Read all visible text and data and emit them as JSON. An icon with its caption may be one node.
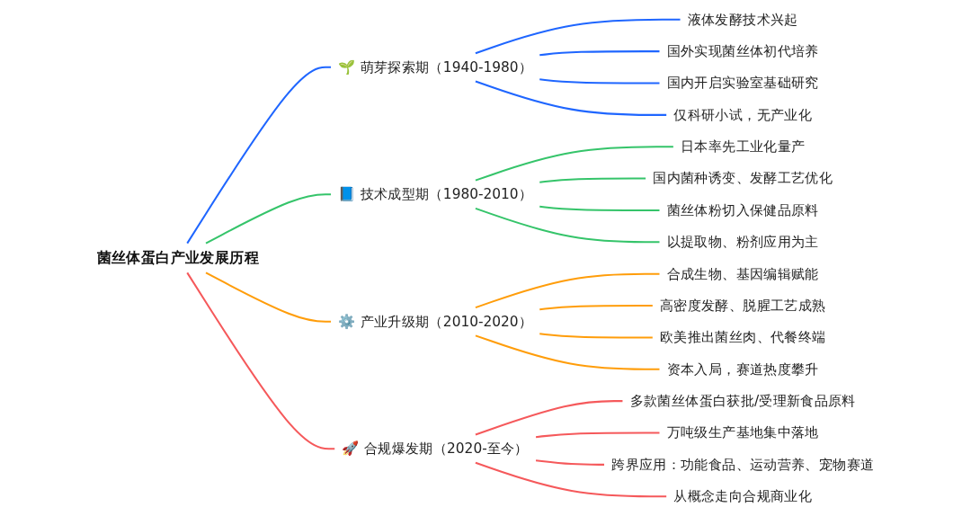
{
  "diagram": {
    "nodes": [
      {
        "text": [
          "菌丝体蛋白产业发展历程"
        ]
      },
      {
        "text": [
          "🌱 萌芽探索期（1940-1980）"
        ]
      },
      {
        "text": [
          "液体发酵技术兴起"
        ]
      },
      {
        "text": [
          "国外实现菌丝体初代培养"
        ]
      },
      {
        "text": [
          "国内开启实验室基础研究"
        ]
      },
      {
        "text": [
          "仅科研小试，无产业化"
        ]
      },
      {
        "text": [
          "📘 技术成型期（1980-2010）"
        ]
      },
      {
        "text": [
          "日本率先工业化量产"
        ]
      },
      {
        "text": [
          "国内菌种诱变、发酵工艺优化"
        ]
      },
      {
        "text": [
          "菌丝体粉切入保健品原料"
        ]
      },
      {
        "text": [
          "以提取物、粉剂应用为主"
        ]
      },
      {
        "text": [
          "⚙️ 产业升级期（2010-2020）"
        ]
      },
      {
        "text": [
          "合成生物、基因编辑赋能"
        ]
      },
      {
        "text": [
          "高密度发酵、脱腥工艺成熟"
        ]
      },
      {
        "text": [
          "欧美推出菌丝肉、代餐终端"
        ]
      },
      {
        "text": [
          "资本入局，赛道热度攀升"
        ]
      },
      {
        "text": [
          "🚀 合规爆发期（2020-至今）"
        ]
      },
      {
        "text": [
          "多款菌丝体蛋白获批/受理新食品原料"
        ]
      },
      {
        "text": [
          "万吨级生产基地集中落地"
        ]
      },
      {
        "text": [
          "跨界应用：功能食品、运动营养、宠物赛道"
        ]
      },
      {
        "text": [
          "从概念走向合规商业化"
        ]
      }
    ],
    "edges": [
      {
        "from": 0,
        "to": 1,
        "arrow": "none",
        "color": "#1f66ff"
      },
      {
        "from": 1,
        "to": 2,
        "arrow": "none",
        "color": "#1f66ff"
      },
      {
        "from": 1,
        "to": 3,
        "arrow": "none",
        "color": "#1f66ff"
      },
      {
        "from": 1,
        "to": 4,
        "arrow": "none",
        "color": "#1f66ff"
      },
      {
        "from": 1,
        "to": 5,
        "arrow": "none",
        "color": "#1f66ff"
      },
      {
        "from": 0,
        "to": 6,
        "arrow": "none",
        "color": "#35c46a"
      },
      {
        "from": 6,
        "to": 7,
        "arrow": "none",
        "color": "#35c46a"
      },
      {
        "from": 6,
        "to": 8,
        "arrow": "none",
        "color": "#35c46a"
      },
      {
        "from": 6,
        "to": 9,
        "arrow": "none",
        "color": "#35c46a"
      },
      {
        "from": 6,
        "to": 10,
        "arrow": "none",
        "color": "#35c46a"
      },
      {
        "from": 0,
        "to": 11,
        "arrow": "none",
        "color": "#ff9d0a"
      },
      {
        "from": 11,
        "to": 12,
        "arrow": "none",
        "color": "#ff9d0a"
      },
      {
        "from": 11,
        "to": 13,
        "arrow": "none",
        "color": "#ff9d0a"
      },
      {
        "from": 11,
        "to": 14,
        "arrow": "none",
        "color": "#ff9d0a"
      },
      {
        "from": 11,
        "to": 15,
        "arrow": "none",
        "color": "#ff9d0a"
      },
      {
        "from": 0,
        "to": 16,
        "arrow": "none",
        "color": "#f5595b"
      },
      {
        "from": 16,
        "to": 17,
        "arrow": "none",
        "color": "#f5595b"
      },
      {
        "from": 16,
        "to": 18,
        "arrow": "none",
        "color": "#f5595b"
      },
      {
        "from": 16,
        "to": 19,
        "arrow": "none",
        "color": "#f5595b"
      },
      {
        "from": 16,
        "to": 20,
        "arrow": "none",
        "color": "#f5595b"
      }
    ]
  }
}
